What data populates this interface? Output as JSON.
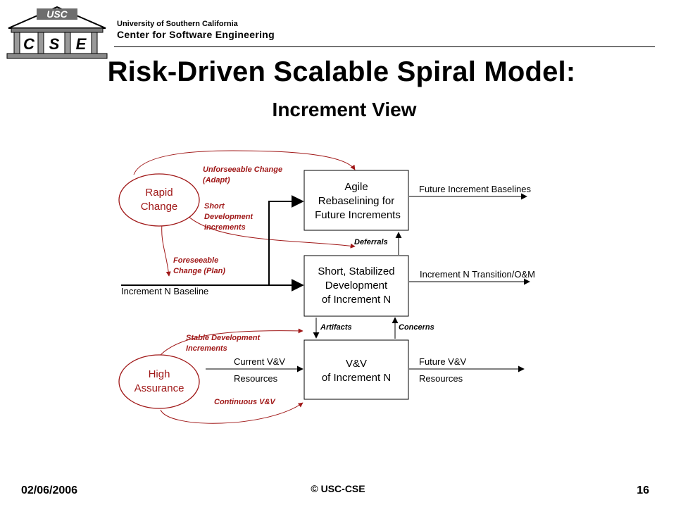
{
  "header": {
    "logo": {
      "top_text": "USC",
      "letters": [
        "C",
        "S",
        "E"
      ]
    },
    "university": "University of Southern California",
    "center": "Center for Software Engineering"
  },
  "slide": {
    "title": "Risk-Driven Scalable Spiral Model:",
    "subtitle": "Increment View"
  },
  "diagram": {
    "colors": {
      "driver": "#a01818",
      "box": "#000000"
    },
    "boxes": {
      "agile": [
        "Agile",
        "Rebaselining for",
        "Future Increments"
      ],
      "development": [
        "Short, Stabilized",
        "Development",
        "of Increment N"
      ],
      "vv": [
        "V&V",
        "of Increment N"
      ]
    },
    "drivers": {
      "rapid_change": [
        "Rapid",
        "Change"
      ],
      "high_assurance": [
        "High",
        "Assurance"
      ]
    },
    "driver_labels": {
      "unforeseeable": [
        "Unforseeable Change",
        "(Adapt)"
      ],
      "short_dev": [
        "Short",
        "Development",
        "Increments"
      ],
      "foreseeable": [
        "Foreseeable",
        "Change (Plan)"
      ],
      "stable_dev": [
        "Stable Development",
        "Increments"
      ],
      "continuous_vv": "Continuous V&V"
    },
    "flow_labels": {
      "future_baselines": "Future Increment Baselines",
      "transition": "Increment N Transition/O&M",
      "baseline": "Increment N Baseline",
      "deferrals": "Deferrals",
      "artifacts": "Artifacts",
      "concerns": "Concerns",
      "current_vv": "Current V&V",
      "resources_in": "Resources",
      "future_vv": "Future V&V",
      "resources_out": "Resources"
    }
  },
  "footer": {
    "date": "02/06/2006",
    "copyright": "© USC-CSE",
    "page": "16"
  }
}
